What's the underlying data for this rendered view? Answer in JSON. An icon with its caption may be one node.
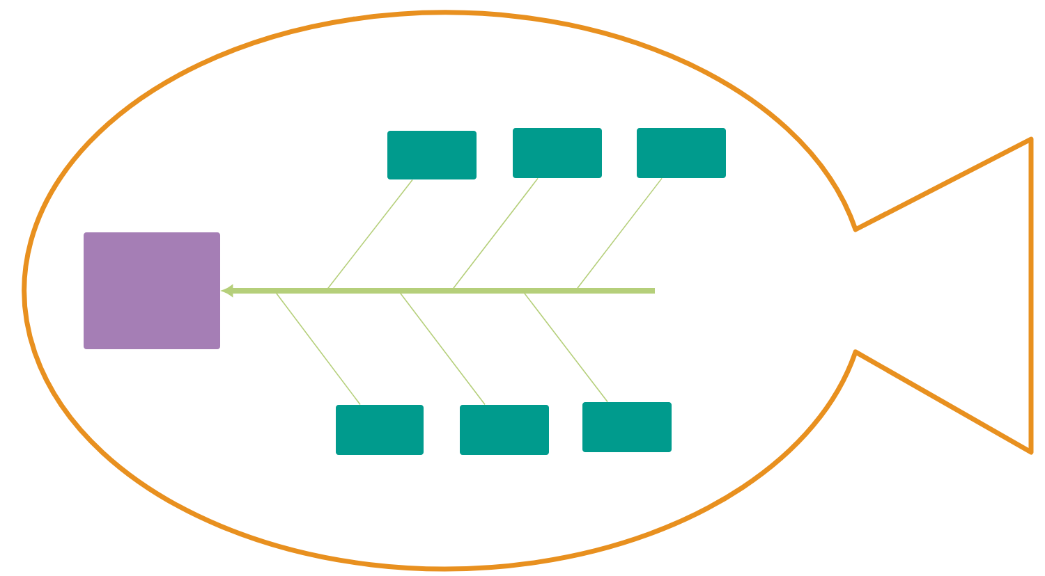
{
  "diagram": {
    "nodes": [
      {
        "text": [],
        "shape": "box"
      },
      {
        "text": [],
        "shape": "box"
      },
      {
        "text": [],
        "shape": "box"
      },
      {
        "text": [],
        "shape": "box"
      },
      {
        "text": [],
        "shape": "box"
      },
      {
        "text": [],
        "shape": "box"
      },
      {
        "text": [],
        "shape": "box"
      }
    ],
    "edges": [
      {
        "from": null,
        "to": 0,
        "arrow": "to",
        "style": "thick"
      },
      {
        "from": 1,
        "to": null,
        "arrow": "none"
      },
      {
        "from": 2,
        "to": null,
        "arrow": "none"
      },
      {
        "from": 3,
        "to": null,
        "arrow": "none"
      },
      {
        "from": 4,
        "to": null,
        "arrow": "none"
      },
      {
        "from": 5,
        "to": null,
        "arrow": "none"
      },
      {
        "from": 6,
        "to": null,
        "arrow": "none"
      }
    ]
  }
}
